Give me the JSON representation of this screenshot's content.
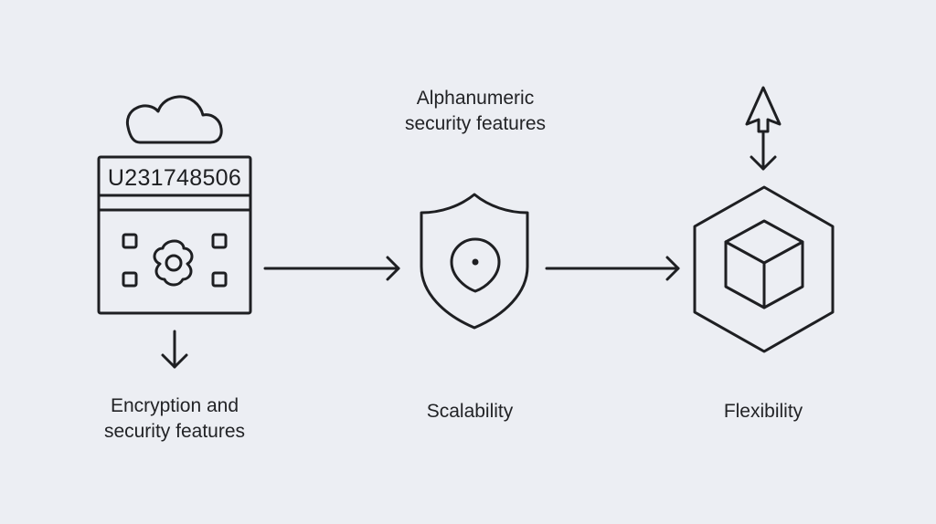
{
  "nodes": [
    {
      "id": "encryption",
      "card_code": "U231748506",
      "label_lines": [
        "Encryption and",
        "security features"
      ],
      "icon": "id-card-cloud-icon"
    },
    {
      "id": "scalability",
      "top_label_lines": [
        "Alphanumeric",
        "security features"
      ],
      "label_lines": [
        "Scalability"
      ],
      "icon": "shield-icon"
    },
    {
      "id": "flexibility",
      "label_lines": [
        "Flexibility"
      ],
      "icon": "hexagon-cube-icon"
    }
  ],
  "edges": [
    {
      "from": "encryption",
      "to": "scalability"
    },
    {
      "from": "scalability",
      "to": "flexibility"
    }
  ],
  "colors": {
    "background": "#eceef3",
    "stroke": "#1e1f22"
  }
}
